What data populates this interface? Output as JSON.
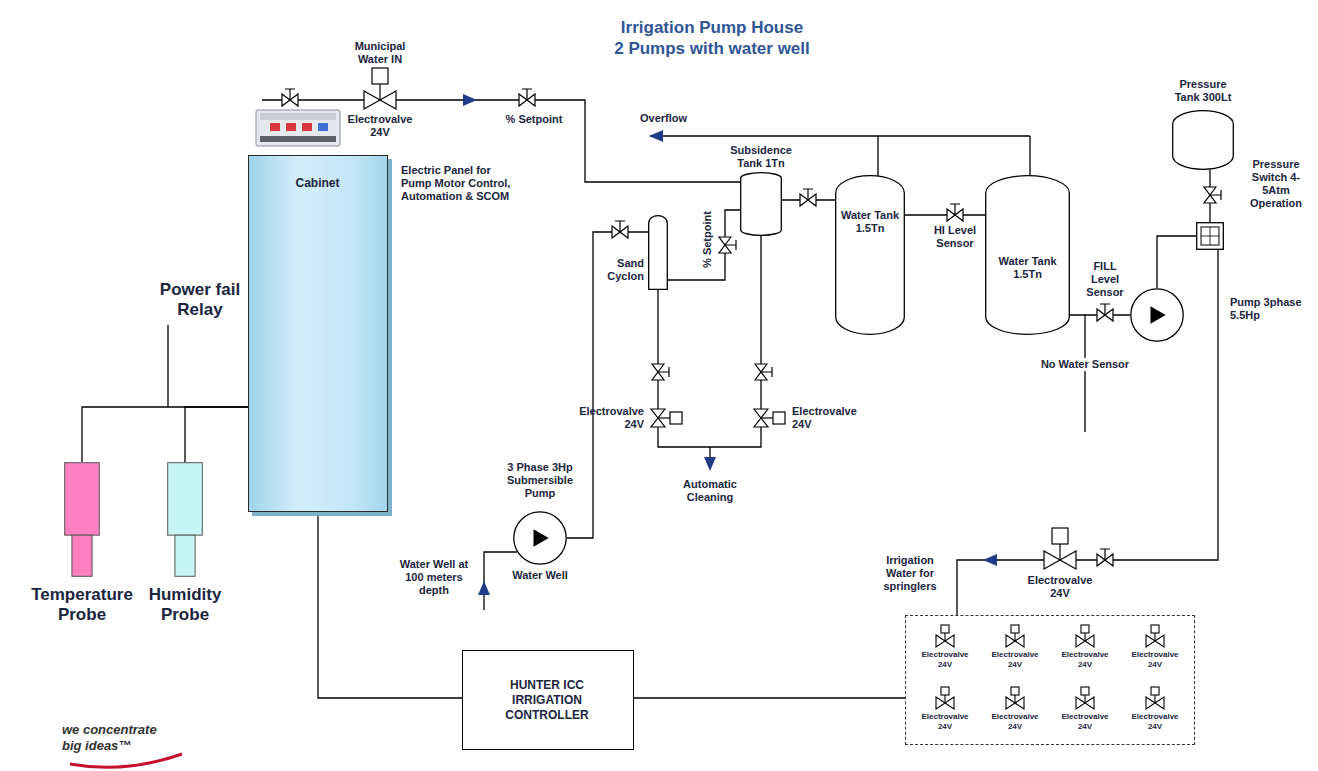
{
  "diagram": {
    "title": "Irrigation Pump House 2 Pumps with water well",
    "nodes": [
      {
        "text": [
          "Pressure Tank 300Lt"
        ]
      },
      {
        "text": [
          "Subsidence Tank 1Tn"
        ]
      },
      {
        "text": [
          "Water Tank 1.5Tn"
        ]
      },
      {
        "text": [
          "Water Tank 1.5Tn"
        ]
      },
      {
        "text": [
          "Pressure Switch 4-5Atm Operation"
        ]
      },
      {
        "text": [
          "Sand Cyclon"
        ]
      },
      {
        "text": [
          "Pump 3phase 5.5Hp"
        ]
      },
      {
        "text": [
          "Electric Panel for Pump Motor Control, Automation & SCOM",
          "Cabinet"
        ]
      },
      {
        "text": [
          "3 Phase 3Hp Submersible Pump",
          "Water Well"
        ]
      },
      {
        "text": [
          "Temperature Probe"
        ]
      },
      {
        "text": [
          "Humidity Probe"
        ]
      },
      {
        "text": [
          "Irrigation Water for springlers"
        ]
      },
      {
        "text": [
          "Electrovalve 24V"
        ],
        "in": 11
      },
      {
        "text": [
          "Electrovalve 24V"
        ],
        "in": 11
      },
      {
        "text": [
          "Electrovalve 24V"
        ],
        "in": 11
      },
      {
        "text": [
          "Electrovalve 24V"
        ],
        "in": 11
      },
      {
        "text": [
          "Electrovalve 24V"
        ],
        "in": 11
      },
      {
        "text": [
          "Electrovalve 24V"
        ],
        "in": 11
      },
      {
        "text": [
          "Electrovalve 24V"
        ],
        "in": 11
      },
      {
        "text": [
          "Electrovalve 24V"
        ],
        "in": 11
      },
      {
        "text": [
          "HUNTER ICC IRRIGATION CONTROLLER"
        ]
      }
    ],
    "edges": [
      {
        "from": 7,
        "to": 20,
        "arrow": "none"
      },
      {
        "from": 20,
        "to": 11,
        "arrow": "none"
      },
      {
        "from": 8,
        "to": 5,
        "arrow": "none"
      },
      {
        "from": 5,
        "to": 1,
        "arrow": "none"
      },
      {
        "from": 1,
        "to": 2,
        "arrow": "none"
      },
      {
        "from": 2,
        "to": 3,
        "arrow": "none"
      },
      {
        "from": 3,
        "to": 6,
        "arrow": "none"
      },
      {
        "from": 6,
        "to": 4,
        "arrow": "none"
      },
      {
        "from": 0,
        "to": 4,
        "arrow": "none"
      },
      {
        "from": 4,
        "to": 11,
        "arrow": "none"
      },
      {
        "from": 9,
        "to": 7,
        "arrow": "none"
      },
      {
        "from": 10,
        "to": 7,
        "arrow": "none"
      }
    ],
    "labels": [
      "Municipal Water IN",
      "Electrovalve 24V",
      "% Setpoint",
      "Overflow",
      "HI Level Sensor",
      "FILL Level Sensor",
      "No Water Sensor",
      "% Setpoint",
      "Electrovalve 24V",
      "Electrovalve 24V",
      "Automatic Cleaning",
      "Water Well at 100 meters depth",
      "Power fail Relay",
      "Electrovalve 24V",
      "we concentrate big ideas™"
    ]
  }
}
